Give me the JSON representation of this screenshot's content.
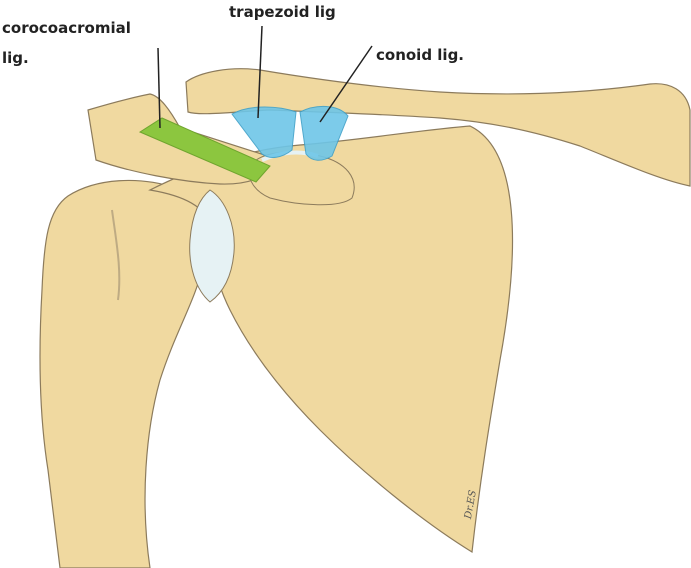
{
  "labels": {
    "coracoacromial_line1": "corocoacromial",
    "coracoacromial_line2": "lig.",
    "trapezoid": "trapezoid lig",
    "conoid": "conoid lig."
  },
  "signature": "Dr.ES",
  "colors": {
    "bone": "#F0D9A0",
    "bone_outline": "#8C7B5C",
    "coracoacromial_ligament": "#8CC63F",
    "coraco_clavicular_ligaments": "#6EC6E8",
    "cartilage": "#E6F2F4",
    "label_text": "#222222"
  }
}
